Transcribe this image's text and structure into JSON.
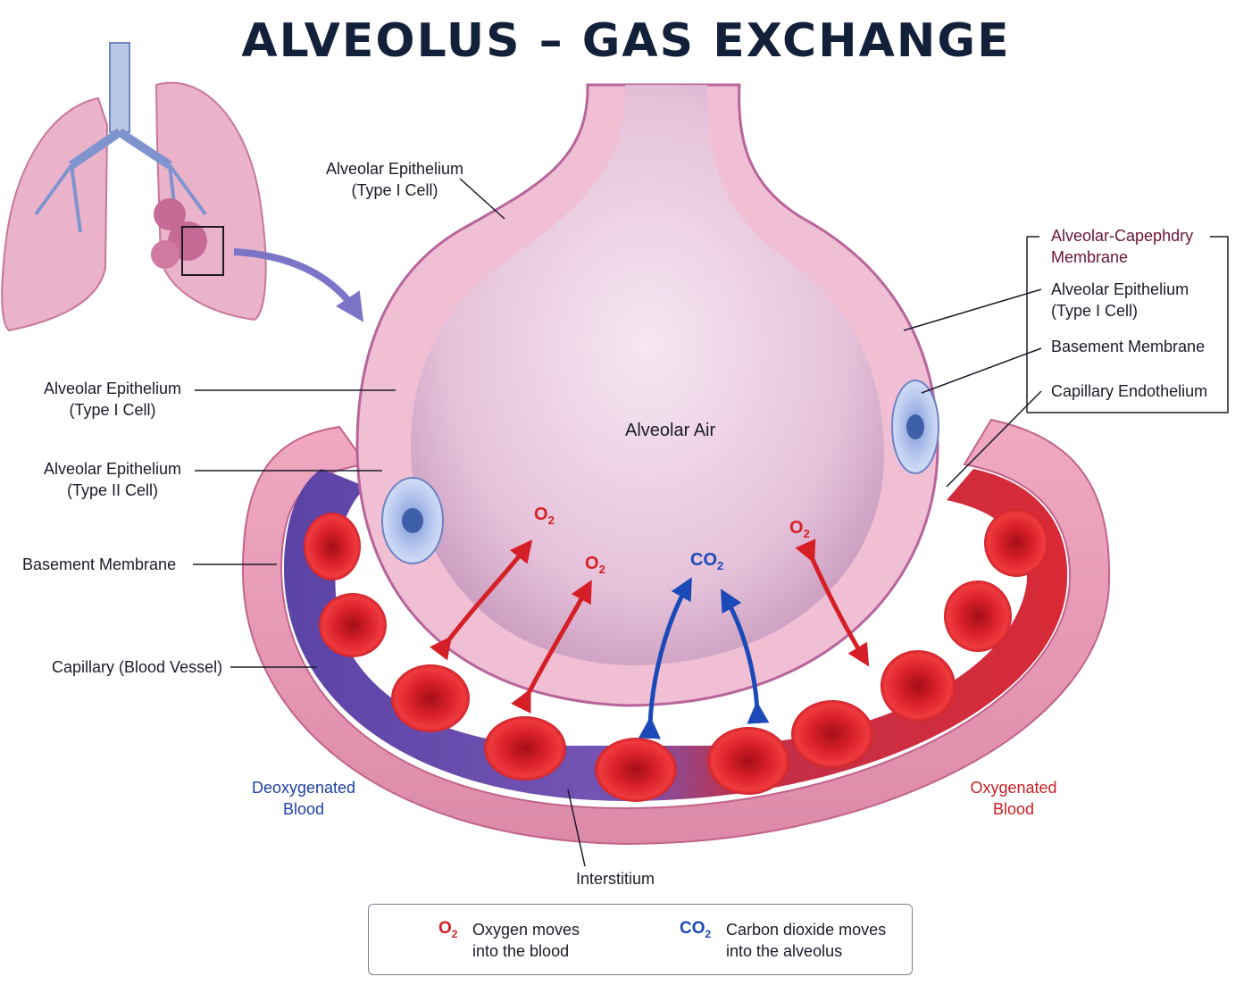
{
  "title": "ALVEOLUS – GAS EXCHANGE",
  "labels": {
    "alveolar_air": "Alveolar Air",
    "epi_top": "Alveolar Epithelium\n(Type I Cell)",
    "epi_left_1": "Alveolar Epithelium\n(Type I Cell)",
    "epi_left_2": "Alveolar Epithelium\n(Type II Cell)",
    "basement_left": "Basement Membrane",
    "capillary": "Capillary (Blood Vessel)",
    "interstitium": "Interstitium",
    "deoxygenated": "Deoxygenated\nBlood",
    "oxygenated": "Oxygenated\nBlood"
  },
  "membrane_group": {
    "title": "Alveolar-Capephdry\nMembrane",
    "items": [
      "Alveolar Epithelium\n(Type I Cell)",
      "Basement Membrane",
      "Capillary Endothelium"
    ]
  },
  "gases": {
    "o2_symbol": "O",
    "o2_sub": "2",
    "co2_symbol": "CO",
    "co2_sub": "2"
  },
  "legend": {
    "o2_text": "Oxygen moves\ninto the blood",
    "co2_text": "Carbon dioxide moves\ninto the alveolus"
  },
  "colors": {
    "oxygen": "#d41f26",
    "carbon_dioxide": "#1c49b8",
    "alveolus_fill": "#e8c6dd",
    "deoxygenated_blood": "#6a4fb0",
    "oxygenated_blood": "#d3263a",
    "tissue": "#e79ab5"
  }
}
